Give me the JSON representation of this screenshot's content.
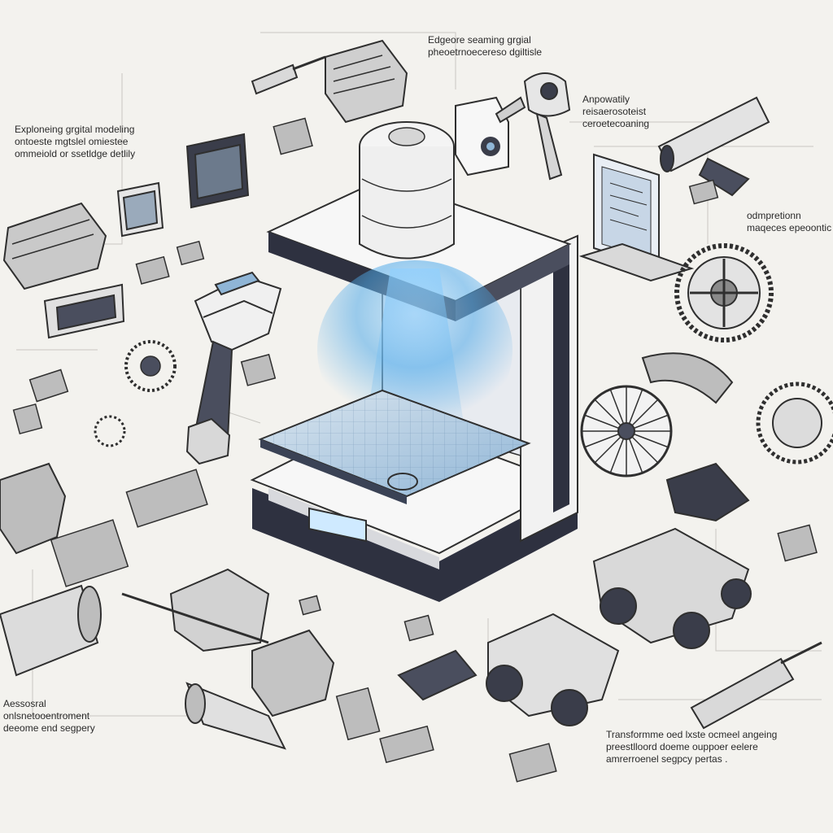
{
  "colors": {
    "background": "#f3f2ee",
    "line": "#2f2f2f",
    "panel": "#dfe0e3",
    "printer_body": "#f7f7f7",
    "printer_dark": "#2e3140",
    "glow": "#4fa9e8"
  },
  "labels": {
    "top_center": [
      "Edgeore seaming grgial",
      "pheoetrnoecereso dgiltisle"
    ],
    "left_upper": [
      "Exploneing grgital modeling",
      "ontoeste mgtslel omiestee",
      "ommeiold or ssetldge detlily"
    ],
    "right_upper": [
      "Anpowatily",
      "reisaerosoteist",
      "ceroetecoaning"
    ],
    "right_middle": [
      "odmpretionn",
      "maqeces epeoontic"
    ],
    "left_bottom": [
      "Aessosral",
      "onlsnetooentroment",
      "deeome end segpery"
    ],
    "right_bottom": [
      "Transformme oed lxste ocmeel angeing",
      "preestlloord doeme ouppoer eelere",
      "amrerroenel segpcy pertas ."
    ]
  },
  "icons": [
    "printer-icon",
    "scan-pen-icon",
    "handheld-scanner-icon",
    "laptop-icon",
    "monitor-icon",
    "gear-wheel-icon",
    "turbine-icon",
    "vehicle-model-icon",
    "engine-block-icon",
    "pipe-part-icon",
    "telescope-icon",
    "drill-tool-icon"
  ]
}
